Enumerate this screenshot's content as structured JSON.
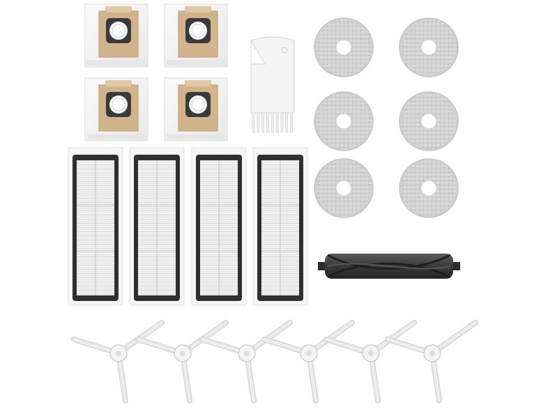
{
  "colors": {
    "background": "#ffffff",
    "bag_sleeve": "#f2f2f2",
    "bag_kraft": "#d2b48c",
    "bag_gasket": "#3a3a3a",
    "filter_frame": "#2f2f2f",
    "filter_media": "#eeeeee",
    "mop_pad": "#cfcfcf",
    "roller_brush": "#3d3d3d",
    "side_brush": "#ededed",
    "cleaning_tool": "#f4f4f4"
  },
  "items": {
    "dust_bags": {
      "icon": "dust-bag-icon",
      "count": 4
    },
    "cleaning_tool": {
      "icon": "cleaning-comb-icon",
      "count": 1
    },
    "mop_pads": {
      "icon": "mop-pad-icon",
      "count": 6
    },
    "hepa_filters": {
      "icon": "hepa-filter-icon",
      "count": 4
    },
    "main_brush": {
      "icon": "roller-brush-icon",
      "count": 1
    },
    "side_brushes": {
      "icon": "side-brush-icon",
      "count": 6
    }
  }
}
